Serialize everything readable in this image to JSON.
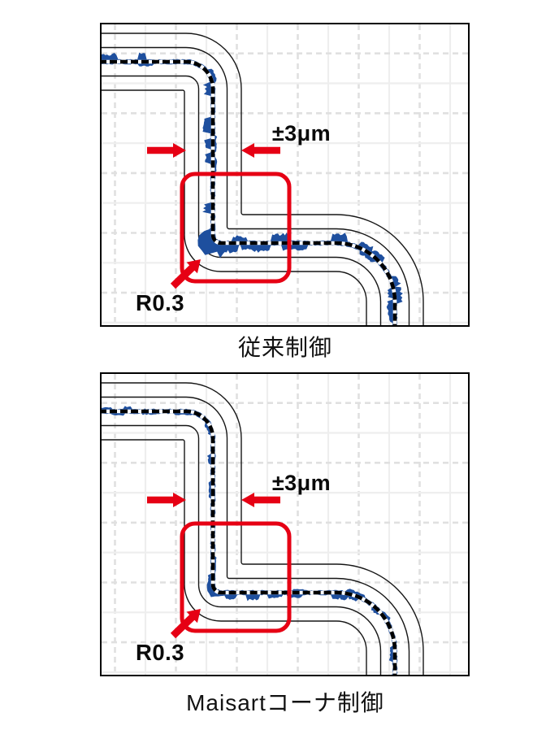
{
  "figure": {
    "title_implicit": "Corner machining accuracy comparison",
    "tolerance_um": 3,
    "corner_radius": "R0.3",
    "panels": [
      {
        "id": "conventional",
        "caption": "従来制御",
        "tolerance_label": "±3μm",
        "corner_label": "R0.3",
        "trace_quality": "large deviations, overshoot at corner"
      },
      {
        "id": "maisart-corner-control",
        "caption": "Maisartコーナ制御",
        "tolerance_label": "±3μm",
        "corner_label": "R0.3",
        "trace_quality": "deviation held close to nominal path"
      }
    ],
    "colors": {
      "trace_blue": "#1e4f9e",
      "annotation_red": "#e60014",
      "nominal_black": "#000000",
      "grid_dashed": "#e0e0e0",
      "grid_solid": "#eeeeee"
    }
  }
}
